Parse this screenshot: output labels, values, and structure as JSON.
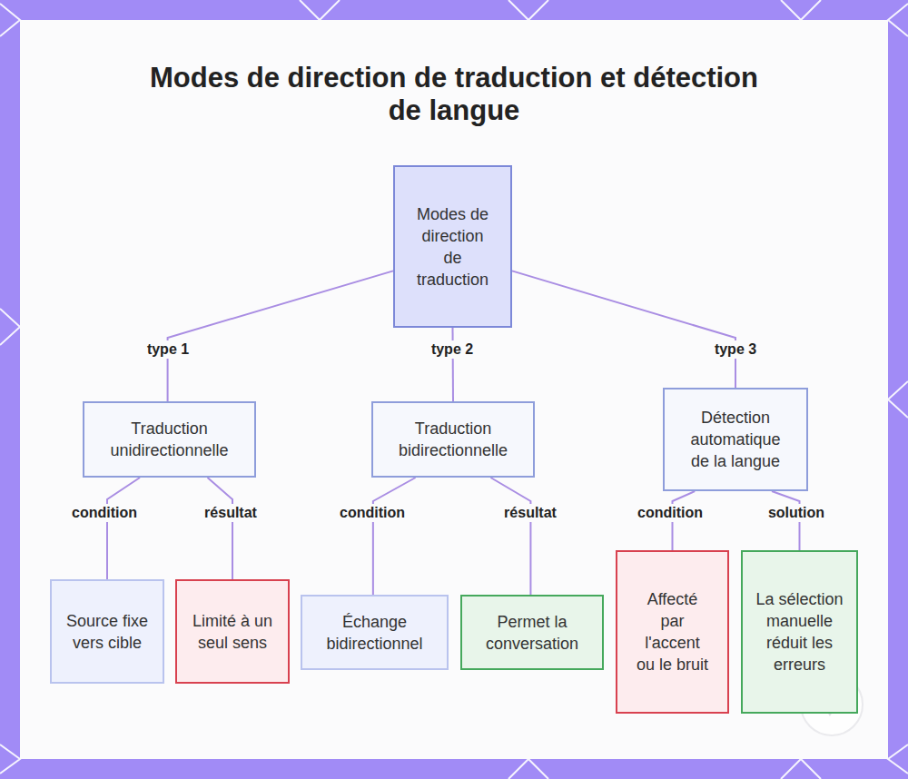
{
  "diagram": {
    "title": "Modes de direction de traduction et détection de langue",
    "nodes": [
      {
        "text": [
          "Modes de direction de traduction"
        ]
      },
      {
        "text": [
          "Traduction unidirectionnelle"
        ]
      },
      {
        "text": [
          "Traduction bidirectionnelle"
        ]
      },
      {
        "text": [
          "Détection automatique de la langue"
        ]
      },
      {
        "text": [
          "Source fixe vers cible"
        ]
      },
      {
        "text": [
          "Limité à un seul sens"
        ]
      },
      {
        "text": [
          "Échange bidirectionnel"
        ]
      },
      {
        "text": [
          "Permet la conversation"
        ]
      },
      {
        "text": [
          "Affecté par l'accent ou le bruit"
        ]
      },
      {
        "text": [
          "La sélection manuelle réduit les erreurs"
        ]
      }
    ],
    "edges": [
      {
        "from": 0,
        "to": 1,
        "label": "type 1",
        "arrow": "none"
      },
      {
        "from": 0,
        "to": 2,
        "label": "type 2",
        "arrow": "none"
      },
      {
        "from": 0,
        "to": 3,
        "label": "type 3",
        "arrow": "none"
      },
      {
        "from": 1,
        "to": 4,
        "label": "condition",
        "arrow": "none"
      },
      {
        "from": 1,
        "to": 5,
        "label": "résultat",
        "arrow": "none"
      },
      {
        "from": 2,
        "to": 6,
        "label": "condition",
        "arrow": "none"
      },
      {
        "from": 2,
        "to": 7,
        "label": "résultat",
        "arrow": "none"
      },
      {
        "from": 3,
        "to": 8,
        "label": "condition",
        "arrow": "none"
      },
      {
        "from": 3,
        "to": 9,
        "label": "solution",
        "arrow": "none"
      }
    ]
  }
}
